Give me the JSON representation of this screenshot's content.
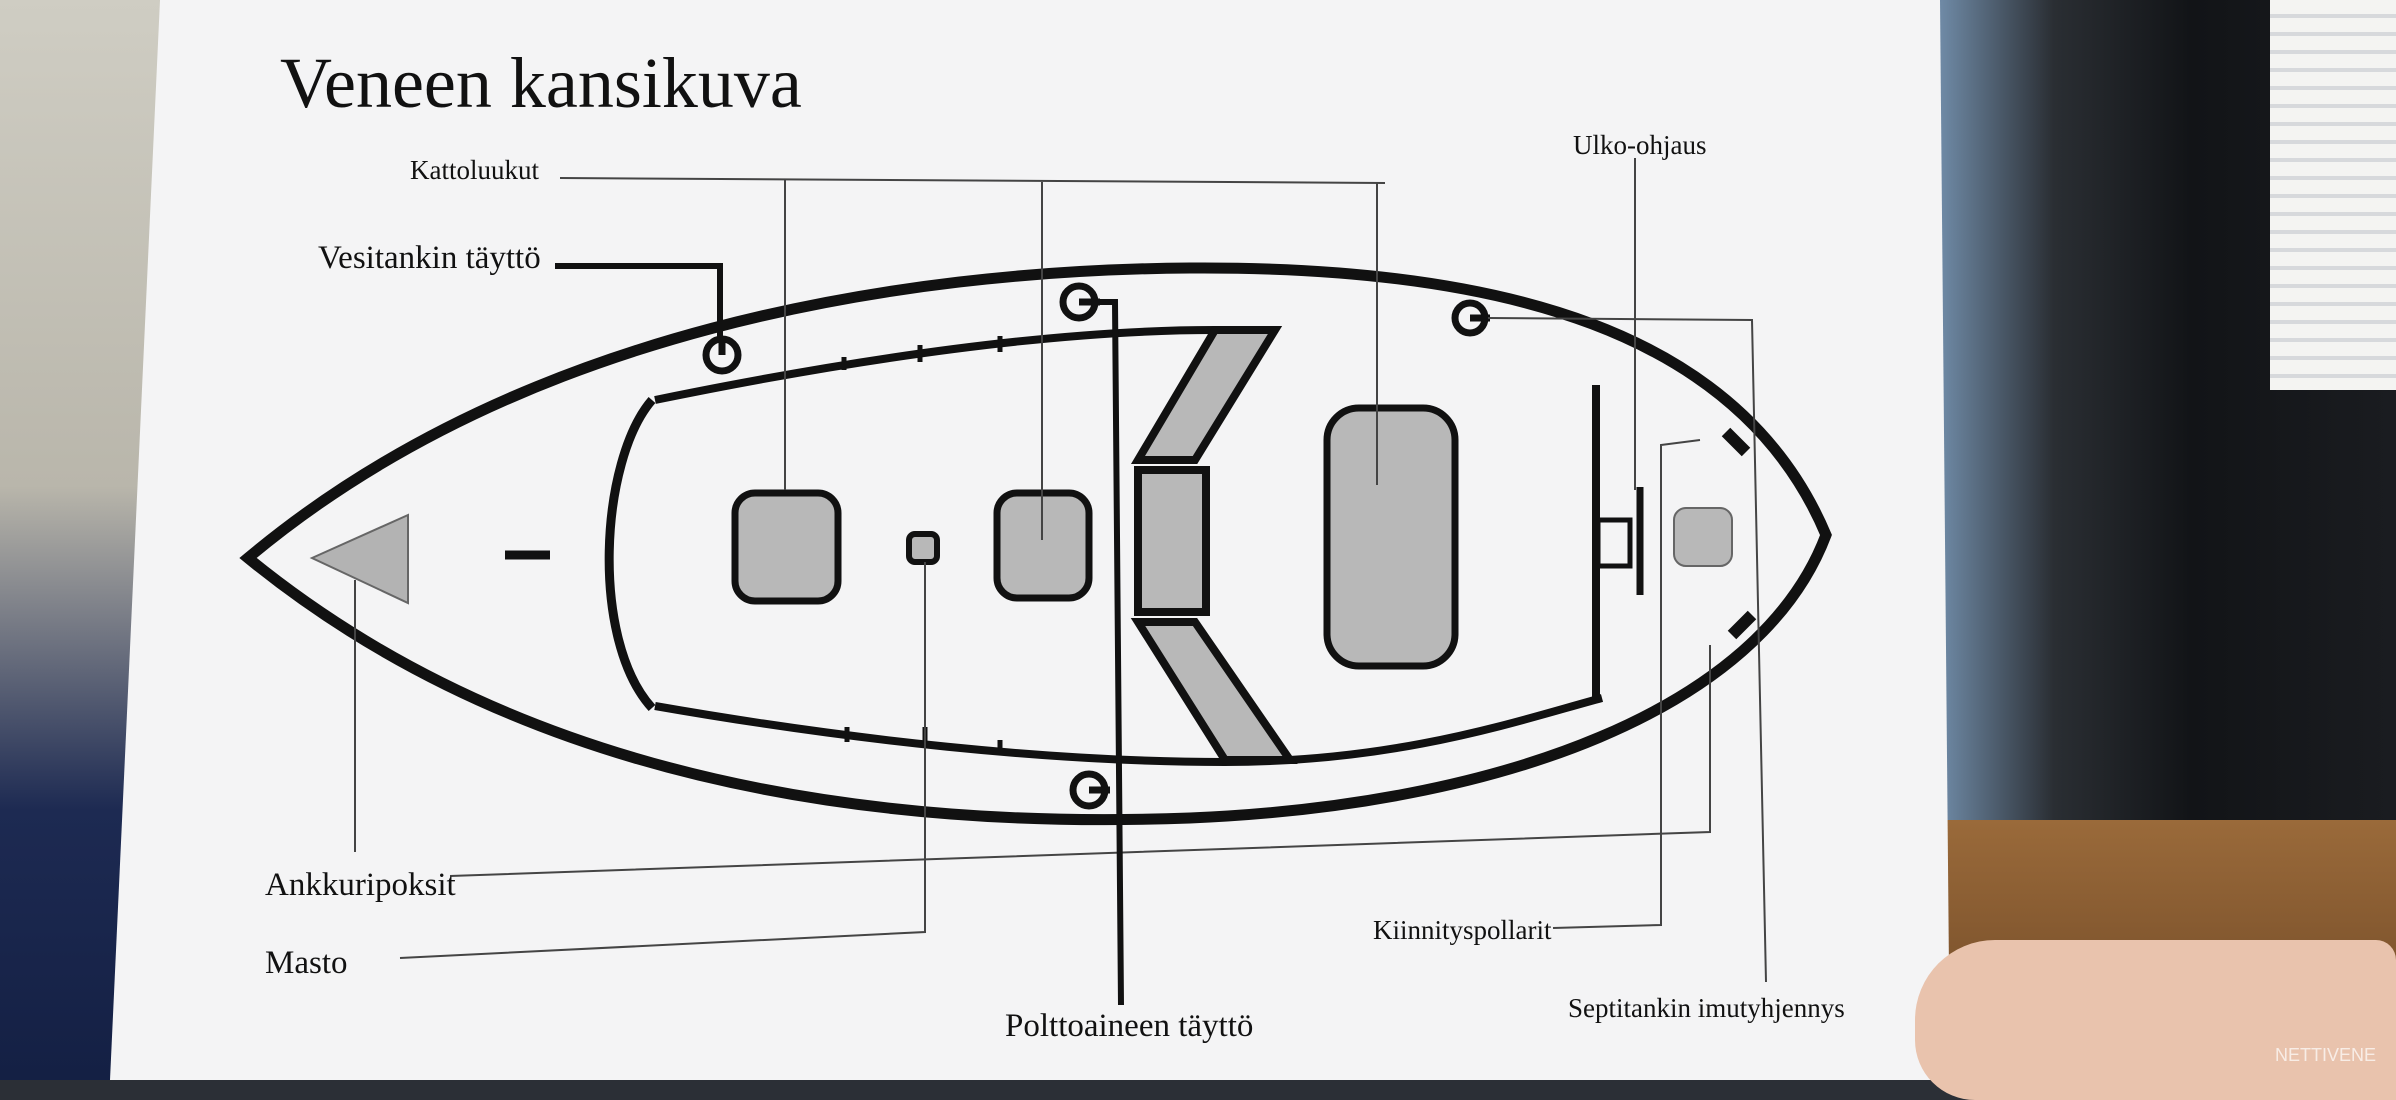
{
  "title": "Veneen kansikuva",
  "labels": {
    "kattoluukut": "Kattoluukut",
    "vesitankin": "Vesitankin täyttö",
    "ulko_ohjaus": "Ulko-ohjaus",
    "ankkuripoksit": "Ankkuripoksit",
    "masto": "Masto",
    "polttoaineen": "Polttoaineen täyttö",
    "kiinnityspollarit": "Kiinnityspollarit",
    "septitankin": "Septitankin imutyhjennys"
  },
  "watermark": "NETTIVENE",
  "colors": {
    "paper": "#f4f4f5",
    "ink": "#111111",
    "hatch_fill": "#b8b8b8"
  }
}
